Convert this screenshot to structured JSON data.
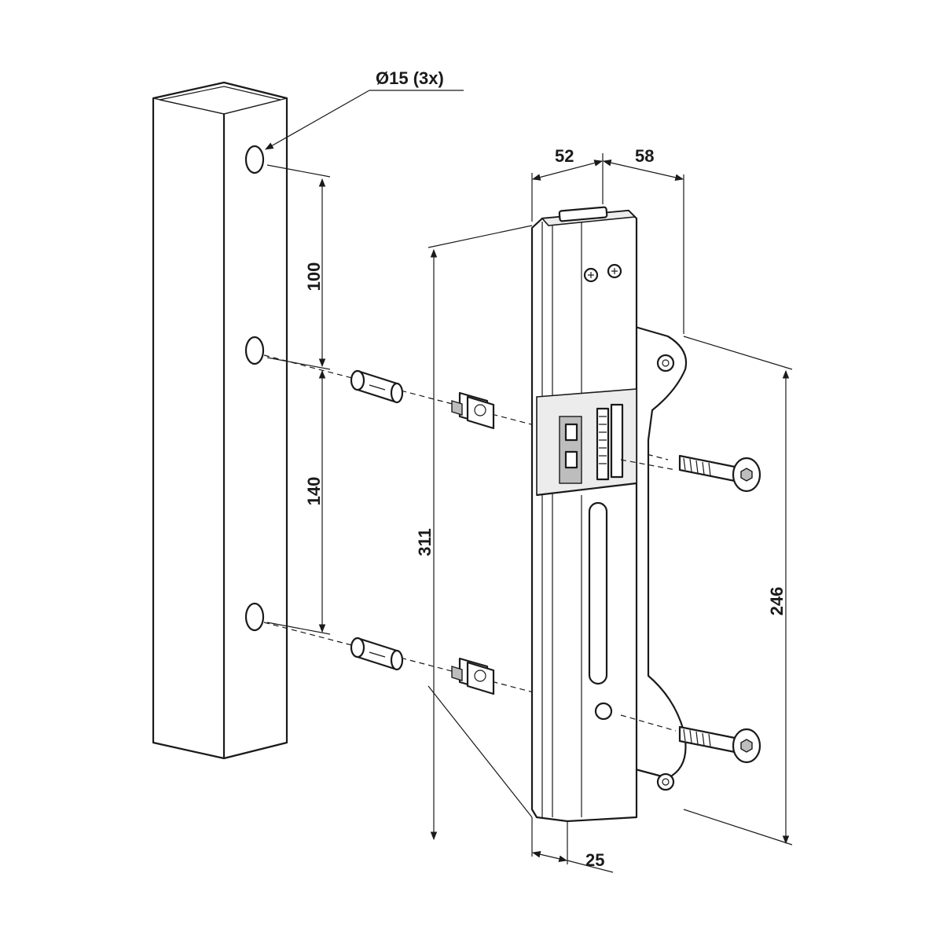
{
  "dimensions": {
    "hole_diameter": "Ø15 (3x)",
    "spacing_top": "100",
    "spacing_bottom": "140",
    "total_height": "311",
    "hole_span": "246",
    "top_width": "52",
    "top_depth": "58",
    "bottom_width": "25"
  }
}
